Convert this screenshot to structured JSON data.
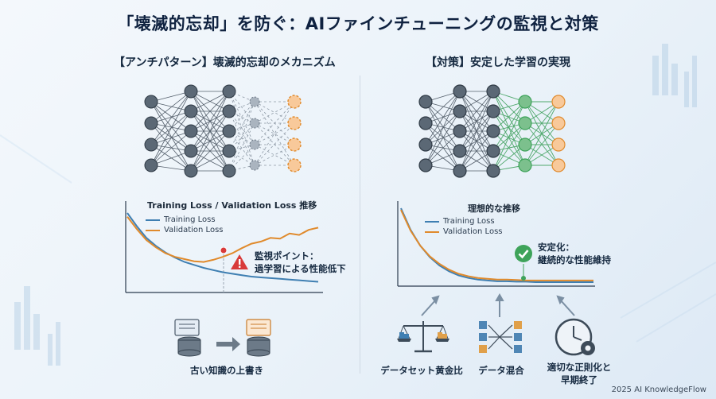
{
  "title": "「壊滅的忘却」を防ぐ：AIファインチューニングの監視と対策",
  "left": {
    "section_title": "【アンチパターン】壊滅的忘却のメカニズム",
    "chart": {
      "title": "Training Loss / Validation Loss 推移",
      "callout": [
        "監視ポイント：",
        "過学習による性能低下"
      ],
      "caption": "古い知識の上書き"
    }
  },
  "right": {
    "section_title": "【対策】安定した学習の実現",
    "chart": {
      "title": "理想的な推移",
      "callout": [
        "安定化：",
        "継続的な性能維持"
      ]
    },
    "strategies": [
      {
        "label": "データセット黄金比",
        "icon": "balance-scale-icon"
      },
      {
        "label": "データ混合",
        "icon": "data-mix-icon"
      },
      {
        "label": "適切な正則化と",
        "label2": "早期終了",
        "icon": "clock-gear-icon"
      }
    ]
  },
  "chart_data": [
    {
      "type": "line",
      "title": "Training Loss / Validation Loss 推移",
      "series": [
        {
          "name": "Training Loss",
          "values": [
            1.0,
            0.82,
            0.66,
            0.55,
            0.46,
            0.39,
            0.33,
            0.29,
            0.25,
            0.22,
            0.19,
            0.17,
            0.15,
            0.13,
            0.12,
            0.11,
            0.1,
            0.09,
            0.08,
            0.07,
            0.06
          ]
        },
        {
          "name": "Validation Loss",
          "values": [
            0.95,
            0.78,
            0.63,
            0.53,
            0.45,
            0.4,
            0.37,
            0.34,
            0.33,
            0.36,
            0.4,
            0.45,
            0.52,
            0.58,
            0.61,
            0.66,
            0.65,
            0.72,
            0.7,
            0.77,
            0.8
          ]
        }
      ],
      "colors": {
        "Training Loss": "#3f7fb2",
        "Validation Loss": "#e08a2c"
      }
    },
    {
      "type": "line",
      "title": "理想的な推移",
      "series": [
        {
          "name": "Training Loss",
          "values": [
            1.0,
            0.74,
            0.55,
            0.41,
            0.31,
            0.24,
            0.19,
            0.16,
            0.14,
            0.13,
            0.12,
            0.12,
            0.115,
            0.115,
            0.11,
            0.11,
            0.11,
            0.11,
            0.11,
            0.11,
            0.11
          ]
        },
        {
          "name": "Validation Loss",
          "values": [
            0.98,
            0.73,
            0.55,
            0.42,
            0.33,
            0.26,
            0.21,
            0.18,
            0.16,
            0.15,
            0.14,
            0.14,
            0.135,
            0.13,
            0.13,
            0.13,
            0.13,
            0.13,
            0.13,
            0.13,
            0.13
          ]
        }
      ],
      "colors": {
        "Training Loss": "#3f7fb2",
        "Validation Loss": "#e08a2c"
      }
    }
  ],
  "footer": "2025 AI KnowledgeFlow"
}
